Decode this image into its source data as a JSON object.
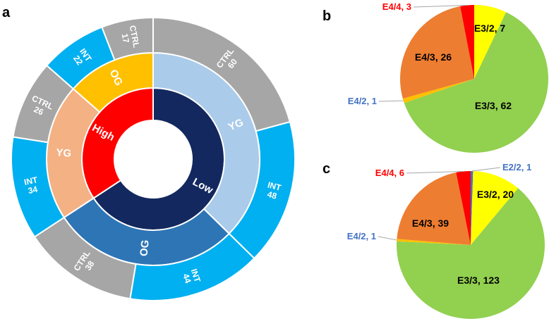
{
  "panel_labels": {
    "a": "a",
    "b": "b",
    "c": "c"
  },
  "palette": {
    "red": "#FF0000",
    "navy": "#13285E",
    "lightblue": "#AACBEA",
    "steel": "#2E75B6",
    "peach": "#F4B183",
    "gold": "#FFC000",
    "gray": "#A6A6A6",
    "cyan": "#00B0F0",
    "green": "#92D050",
    "yellow": "#FFFF00",
    "orange": "#ED7D31",
    "blue": "#4472C4",
    "label_blue": "#4472C4",
    "label_red": "#FF0000",
    "label_black": "#000000",
    "text_on_dark": "#FFFFFF",
    "segment_stroke": "#FFFFFF",
    "leader_line": "#A6A6A6"
  },
  "chart_data": [
    {
      "type": "sunburst",
      "panel": "a",
      "total": 289,
      "start_angle_deg": 0,
      "direction": "clockwise",
      "rings": [
        {
          "name": "inner",
          "segments": [
            {
              "label": "Low",
              "value": 190,
              "color": "navy"
            },
            {
              "label": "High",
              "value": 99,
              "color": "red"
            }
          ]
        },
        {
          "name": "middle",
          "segments": [
            {
              "label": "YG",
              "value": 108,
              "color": "lightblue"
            },
            {
              "label": "OG",
              "value": 82,
              "color": "steel"
            },
            {
              "label": "YG",
              "value": 60,
              "color": "peach"
            },
            {
              "label": "OG",
              "value": 39,
              "color": "gold"
            }
          ]
        },
        {
          "name": "outer",
          "segments": [
            {
              "label": "CTRL",
              "value": 60,
              "color": "gray"
            },
            {
              "label": "INT",
              "value": 48,
              "color": "cyan"
            },
            {
              "label": "INT",
              "value": 44,
              "color": "cyan"
            },
            {
              "label": "CTRL",
              "value": 38,
              "color": "gray"
            },
            {
              "label": "INT",
              "value": 34,
              "color": "cyan"
            },
            {
              "label": "CTRL",
              "value": 26,
              "color": "gray"
            },
            {
              "label": "INT",
              "value": 22,
              "color": "cyan"
            },
            {
              "label": "CTRL",
              "value": 17,
              "color": "gray"
            }
          ]
        }
      ]
    },
    {
      "type": "pie",
      "panel": "b",
      "total": 99,
      "start_angle_deg": 0,
      "direction": "clockwise",
      "slices": [
        {
          "label": "E3/2",
          "value": 7,
          "color": "yellow",
          "label_type": "inside",
          "label_color": "label_black",
          "label_at": [
            694,
            45
          ]
        },
        {
          "label": "E3/3",
          "value": 62,
          "color": "green",
          "label_type": "inside",
          "label_color": "label_black",
          "label_at": [
            699,
            155
          ]
        },
        {
          "label": "E4/2",
          "value": 1,
          "color": "gold",
          "label_type": "leader",
          "label_color": "label_blue",
          "anchor": "end",
          "label_at": [
            534,
            148
          ]
        },
        {
          "label": "E4/3",
          "value": 26,
          "color": "orange",
          "label_type": "inside",
          "label_color": "label_black",
          "label_at": [
            614,
            86
          ]
        },
        {
          "label": "E4/4",
          "value": 3,
          "color": "red",
          "label_type": "leader",
          "label_color": "label_red",
          "anchor": "end",
          "label_at": [
            583,
            14
          ]
        }
      ]
    },
    {
      "type": "pie",
      "panel": "c",
      "total": 190,
      "start_angle_deg": 0,
      "direction": "clockwise",
      "slices": [
        {
          "label": "E2/2",
          "value": 1,
          "color": "blue",
          "label_type": "leader",
          "label_color": "label_blue",
          "anchor": "start",
          "label_at": [
            712,
            242
          ]
        },
        {
          "label": "E3/2",
          "value": 20,
          "color": "yellow",
          "label_type": "inside",
          "label_color": "label_black",
          "label_at": [
            702,
            281
          ]
        },
        {
          "label": "E3/3",
          "value": 123,
          "color": "green",
          "label_type": "inside",
          "label_color": "label_black",
          "label_at": [
            678,
            403
          ]
        },
        {
          "label": "E4/2",
          "value": 1,
          "color": "gold",
          "label_type": "leader",
          "label_color": "label_blue",
          "anchor": "end",
          "label_at": [
            533,
            340
          ]
        },
        {
          "label": "E4/3",
          "value": 39,
          "color": "orange",
          "label_type": "inside",
          "label_color": "label_black",
          "label_at": [
            610,
            322
          ]
        },
        {
          "label": "E4/4",
          "value": 6,
          "color": "red",
          "label_type": "leader",
          "label_color": "label_red",
          "anchor": "end",
          "label_at": [
            573,
            250
          ]
        }
      ]
    }
  ]
}
